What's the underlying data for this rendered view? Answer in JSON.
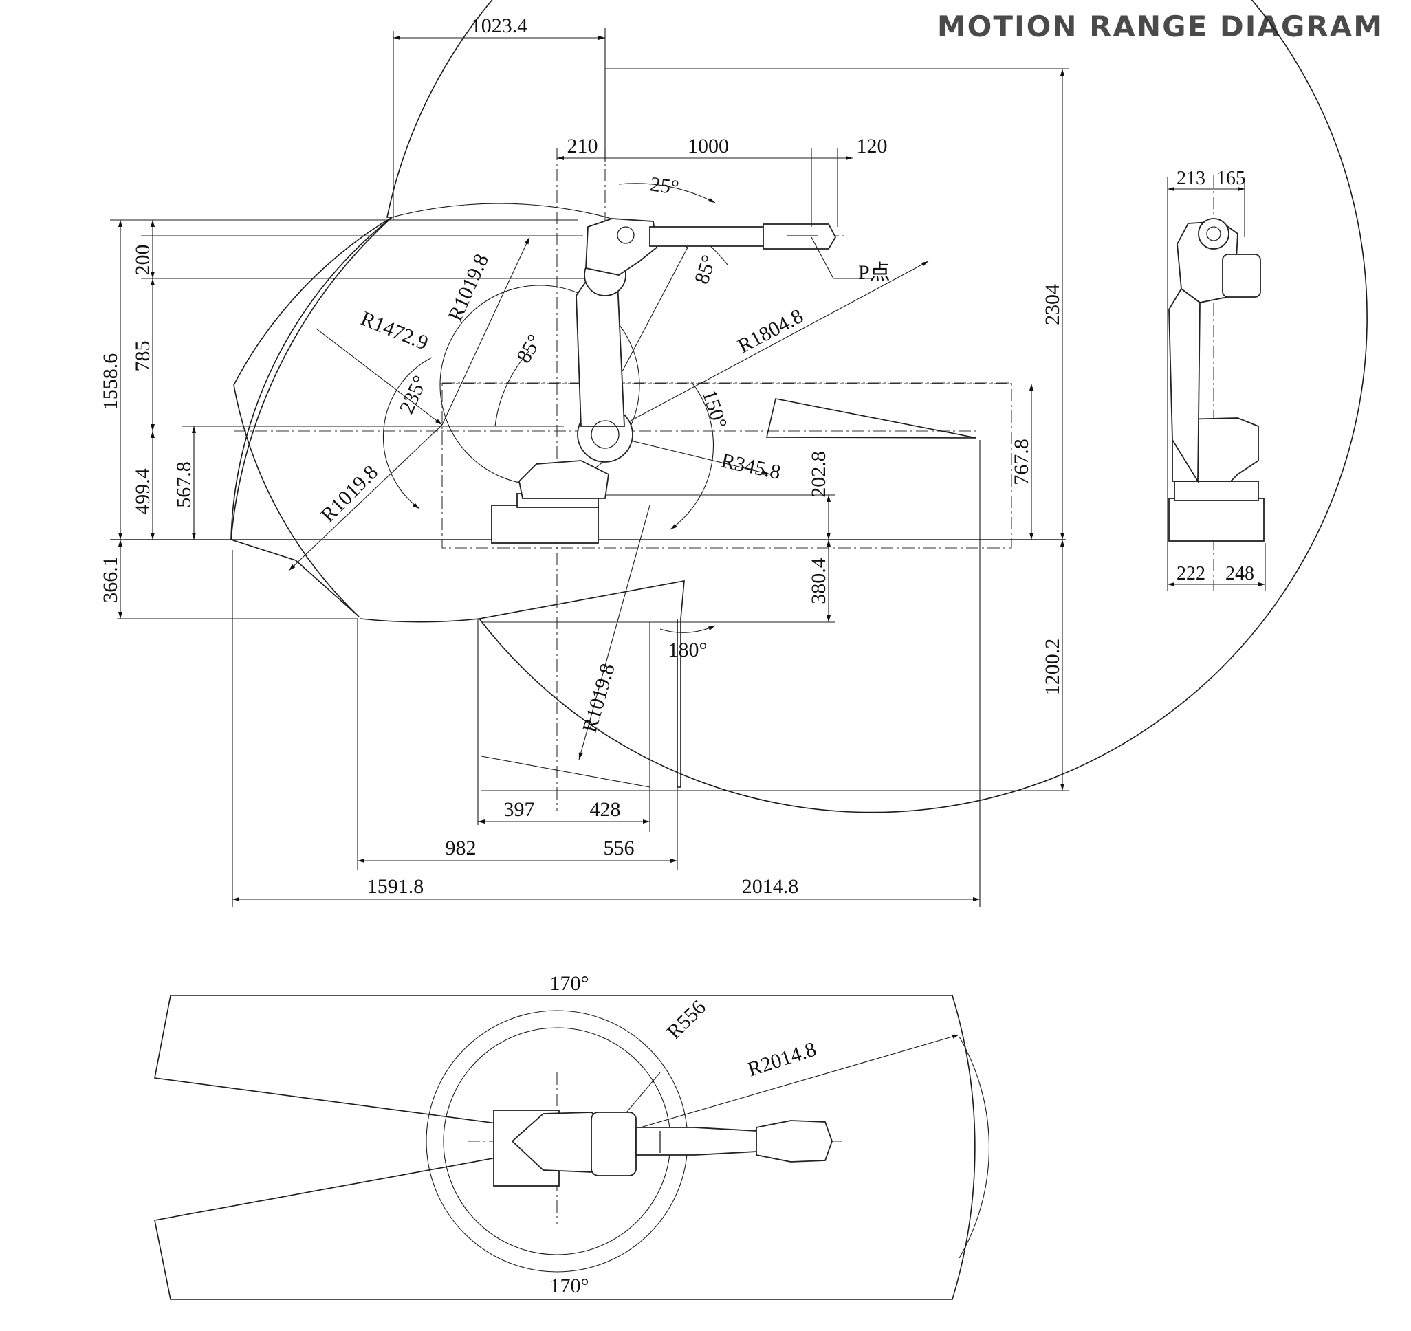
{
  "title": "MOTION RANGE DIAGRAM",
  "side_view": {
    "dims": {
      "d1023": "1023.4",
      "d210": "210",
      "d1000": "1000",
      "d120": "120",
      "d2304": "2304",
      "d200": "200",
      "d785": "785",
      "d1558": "1558.6",
      "d4994": "499.4",
      "d5678": "567.8",
      "d3661": "366.1",
      "d2028": "202.8",
      "d3804": "380.4",
      "d7678": "767.8",
      "d12002": "1200.2",
      "d397": "397",
      "d428": "428",
      "d982": "982",
      "d556": "556",
      "d15918": "1591.8",
      "d20148": "2014.8"
    },
    "radii": {
      "r1": "R1019.8",
      "r2": "R1472.9",
      "r3": "R1804.8",
      "r4": "R345.8",
      "r5": "R1019.8",
      "r6": "R1019.8"
    },
    "angles": {
      "a25": "25°",
      "a85a": "85°",
      "a85b": "85°",
      "a235": "235°",
      "a150": "150°",
      "a180": "180°"
    },
    "p_point": "P点"
  },
  "rear_view": {
    "dims": {
      "d213": "213",
      "d165": "165",
      "d222": "222",
      "d248": "248"
    }
  },
  "top_view": {
    "radii": {
      "r556": "R556",
      "r20148": "R2014.8"
    },
    "angles": {
      "a170top": "170°",
      "a170bot": "170°"
    }
  }
}
